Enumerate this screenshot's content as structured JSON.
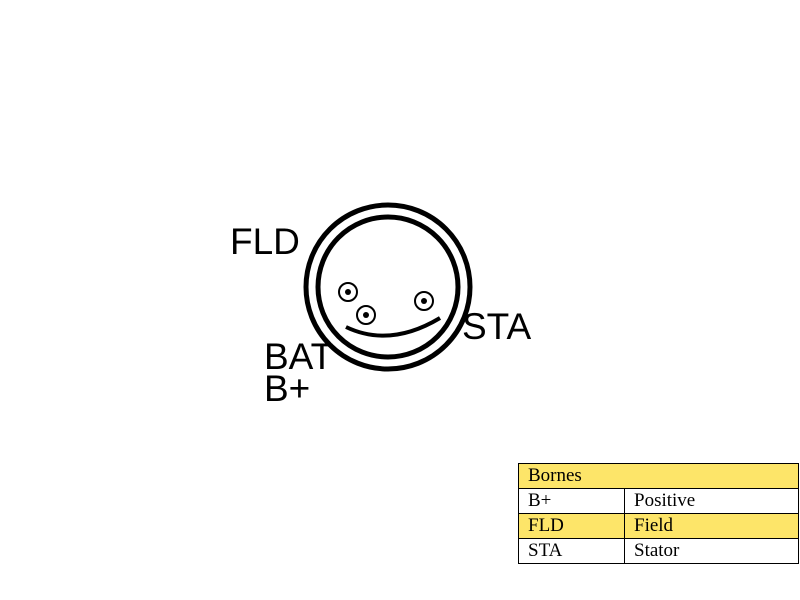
{
  "terminals": {
    "fld": "FLD",
    "sta": "STA",
    "bat": "BAT",
    "bplus": "B+"
  },
  "legend": {
    "header": "Bornes",
    "rows": [
      {
        "code": "B+",
        "meaning": "Positive"
      },
      {
        "code": "FLD",
        "meaning": "Field"
      },
      {
        "code": "STA",
        "meaning": "Stator"
      }
    ]
  },
  "colors": {
    "highlight": "#fde569",
    "ink": "#000000"
  }
}
